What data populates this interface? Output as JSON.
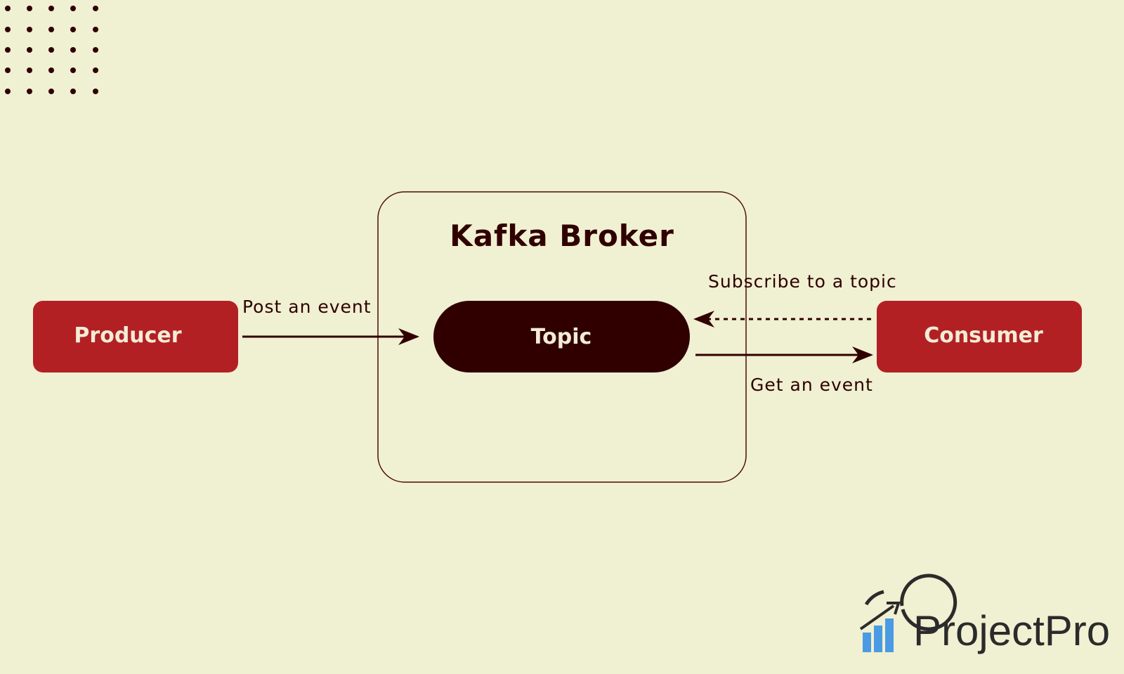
{
  "broker": {
    "title": "Kafka Broker"
  },
  "topic": {
    "label": "Topic"
  },
  "producer": {
    "label": "Producer"
  },
  "consumer": {
    "label": "Consumer"
  },
  "edges": {
    "post": "Post an event",
    "subscribe": "Subscribe to a topic",
    "get": "Get an event"
  },
  "logo": {
    "text": "ProjectPro"
  },
  "colors": {
    "background": "#f0f0d2",
    "accent": "#b22024",
    "dark": "#300000",
    "logo_blue": "#4a9be3"
  }
}
